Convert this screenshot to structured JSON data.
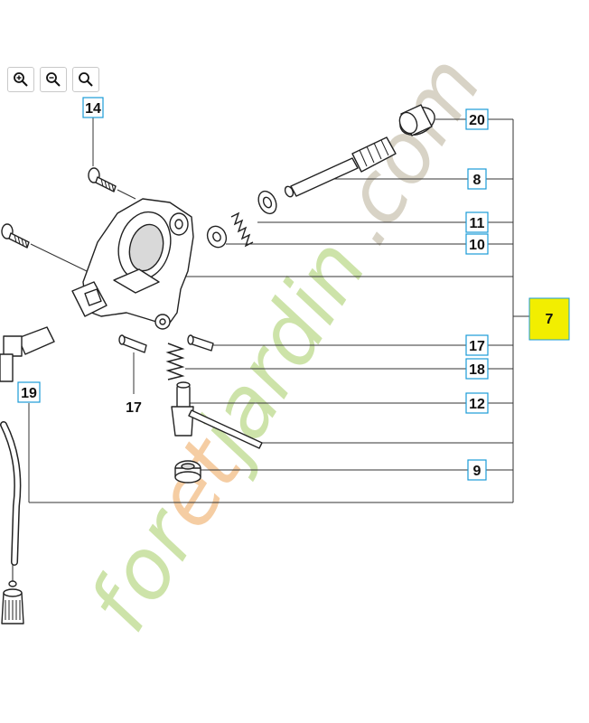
{
  "toolbar": {
    "zoom_in_label": "zoom-in",
    "zoom_out_label": "zoom-out",
    "search_label": "zoom-fit"
  },
  "main_part": {
    "number": "7",
    "color": "#f2ee00"
  },
  "callouts": {
    "c14": "14",
    "c20": "20",
    "c8": "8",
    "c11": "11",
    "c10": "10",
    "c17a": "17",
    "c18": "18",
    "c12": "12",
    "c9": "9",
    "c19": "19",
    "c17b": "17"
  },
  "watermark": {
    "text": "foretjardin.com",
    "colors": {
      "f": "#c8e0a0",
      "o": "#c8e0a0",
      "r": "#c8e0a0",
      "e": "#f4c89a",
      "t": "#f4c89a",
      "jardin": "#c8e0a0",
      "dot": "#d4cfc0",
      "com": "#d4cfc0"
    }
  },
  "accent_color": "#1a9bd7"
}
